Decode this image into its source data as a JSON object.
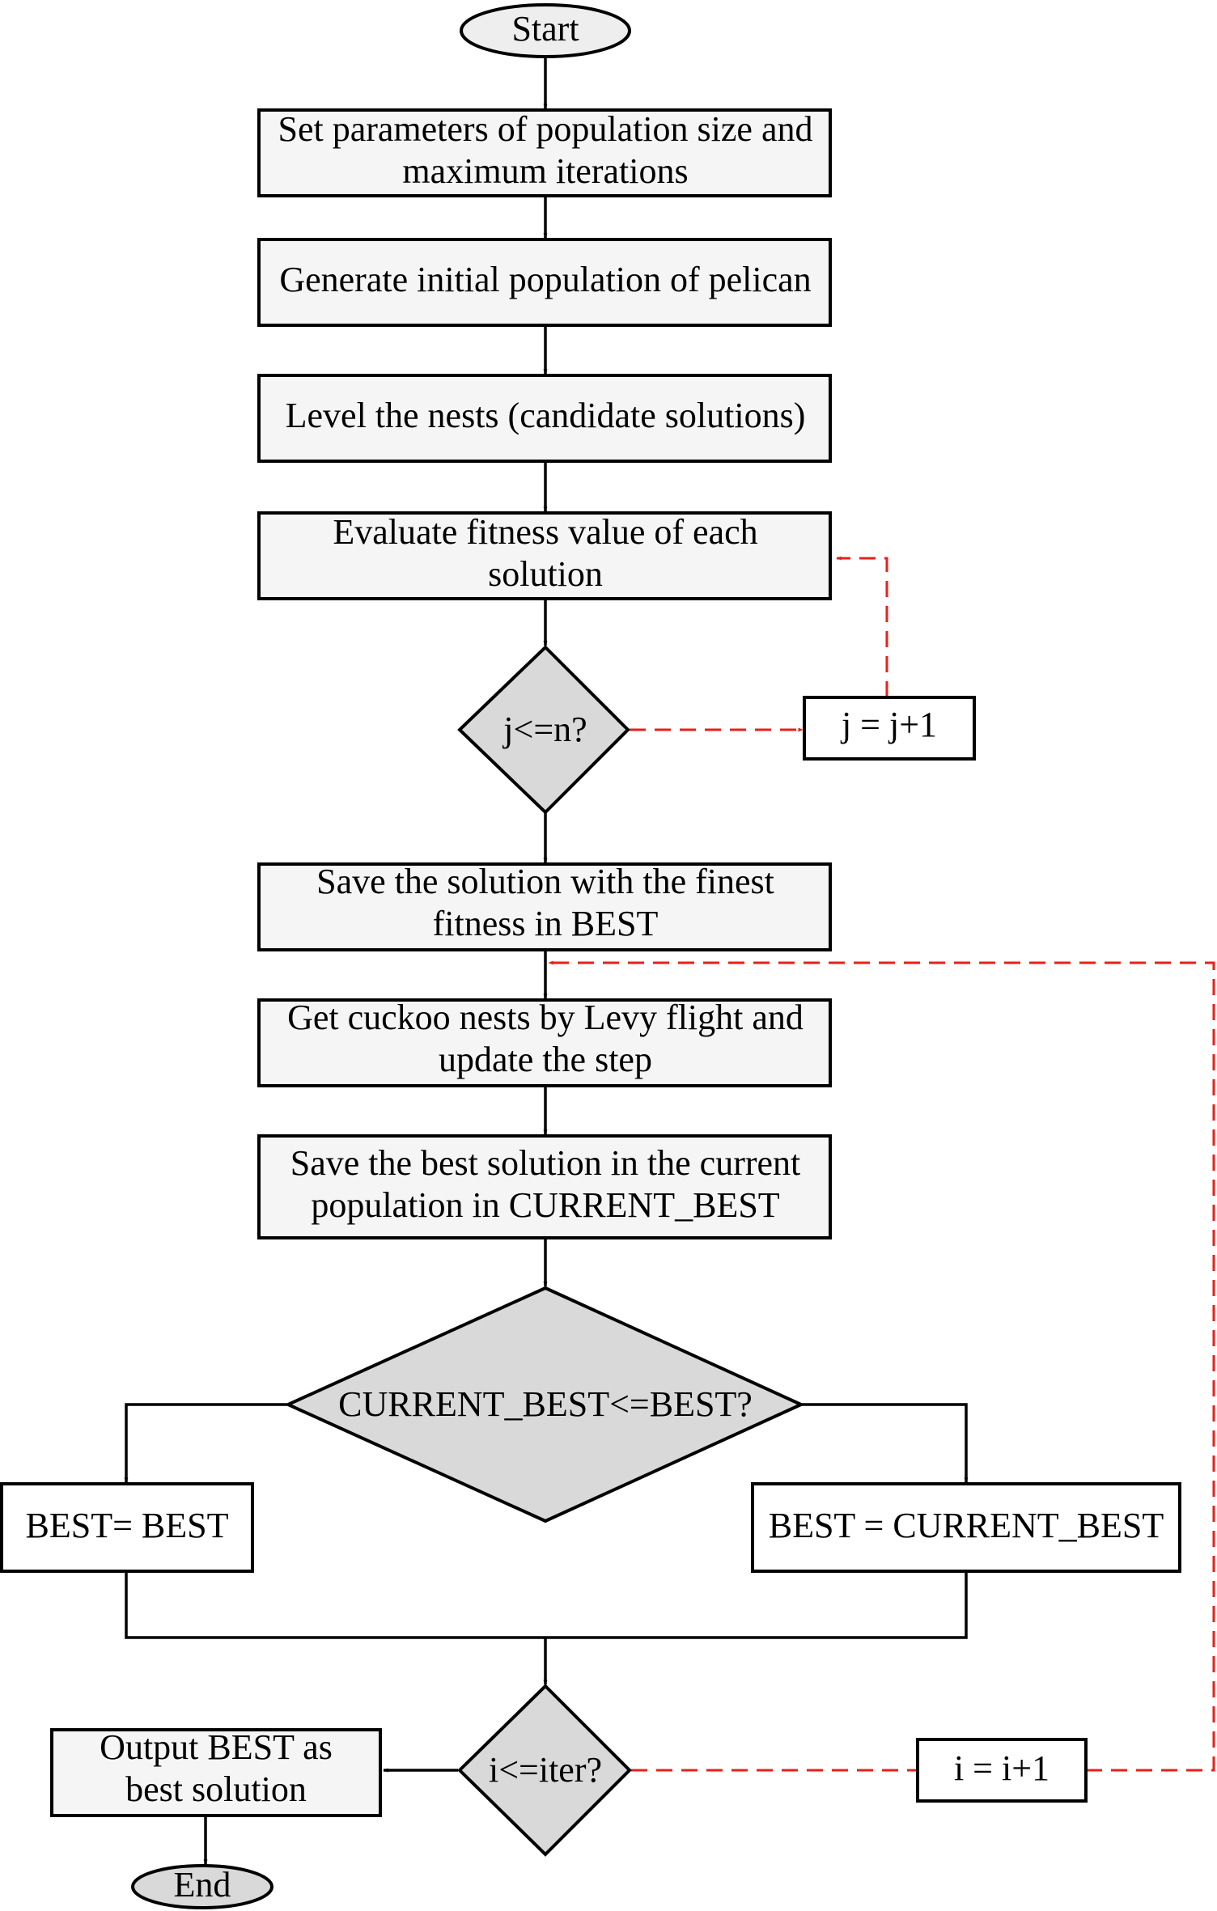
{
  "nodes": {
    "start": "Start",
    "set_params": [
      "Set parameters of population size and",
      "maximum iterations"
    ],
    "generate": "Generate initial population of pelican",
    "level": "Level the nests (candidate solutions)",
    "evaluate": [
      "Evaluate fitness value of each",
      "solution"
    ],
    "decision_j": "j<=n?",
    "j_increment": "j = j+1",
    "save_best": [
      "Save the solution with the finest",
      "fitness in BEST"
    ],
    "get_nests": [
      "Get cuckoo nests by Levy flight and",
      "update the step"
    ],
    "save_current": [
      "Save the best solution in the current",
      "population in CURRENT_BEST"
    ],
    "decision_best": "CURRENT_BEST<=BEST?",
    "best_keep": "BEST= BEST",
    "best_update": "BEST = CURRENT_BEST",
    "decision_iter": "i<=iter?",
    "i_increment": "i = i+1",
    "output": [
      "Output BEST as",
      "best solution"
    ],
    "end": "End"
  },
  "colors": {
    "box_fill": "#f5f5f5",
    "decision_fill": "#d9d9d9",
    "terminal_fill": "#eeeeee",
    "main_flow": "#000000",
    "loop_flow": "#e8201a"
  }
}
